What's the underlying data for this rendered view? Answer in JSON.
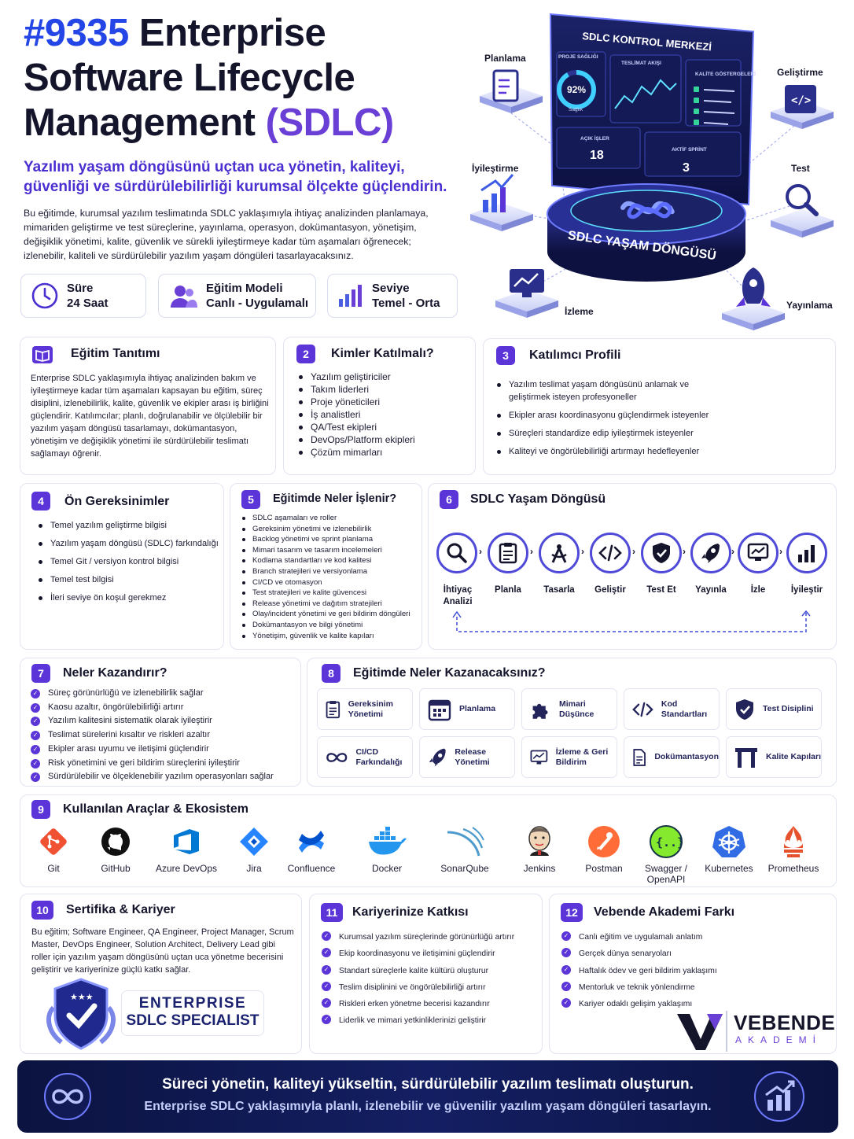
{
  "header": {
    "title_number": "#9335",
    "title_line1": "Enterprise",
    "title_line2": "Software Lifecycle",
    "title_line3": "Management",
    "title_acronym": "(SDLC)",
    "subtitle": "Yazılım yaşam döngüsünü uçtan uca yönetin, kaliteyi, güvenliği ve sürdürülebilirliği kurumsal ölçekte güçlendirin.",
    "intro": "Bu eğitimde, kurumsal yazılım teslimatında SDLC yaklaşımıyla ihtiyaç analizinden planlamaya, mimariden geliştirme ve test süreçlerine, yayınlama, operasyon, dokümantasyon, yönetişim, değişiklik yönetimi, kalite, güvenlik ve sürekli iyileştirmeye kadar tüm aşamaları öğrenecek; izlenebilir, kaliteli ve sürdürülebilir yazılım yaşam döngüleri tasarlayacaksınız."
  },
  "stats": [
    {
      "label": "Süre",
      "value": "24 Saat"
    },
    {
      "label": "Eğitim Modeli",
      "value": "Canlı - Uygulamalı"
    },
    {
      "label": "Seviye",
      "value": "Temel - Orta"
    }
  ],
  "hero": {
    "dashboard_title": "SDLC KONTROL MERKEZİ",
    "project_health_label": "PROJE SAĞLIĞI",
    "project_health_value": "92%",
    "project_health_caption": "Sağlık",
    "delivery_flow_label": "TESLİMAT AKIŞI",
    "quality_label": "KALİTE GÖSTERGELERİ",
    "open_items_label": "AÇIK İŞLER",
    "open_items_value": "18",
    "active_sprint_label": "AKTİF SPRİNT",
    "active_sprint_value": "3",
    "platform_label": "SDLC YAŞAM DÖNGÜSÜ",
    "orbit": {
      "planning": "Planlama",
      "development": "Geliştirme",
      "improvement": "İyileştirme",
      "test": "Test",
      "monitoring": "İzleme",
      "release": "Yayınlama"
    }
  },
  "sections": {
    "s1": {
      "title": "Eğitim Tanıtımı",
      "text": "Enterprise SDLC yaklaşımıyla ihtiyaç analizinden bakım ve iyileştirmeye kadar tüm aşamaları kapsayan bu eğitim, süreç disiplini, izlenebilirlik, kalite, güvenlik ve ekipler arası iş birliğini güçlendirir. Katılımcılar; planlı, doğrulanabilir ve ölçülebilir bir yazılım yaşam döngüsü tasarlamayı, dokümantasyon, yönetişim ve değişiklik yönetimi ile sürdürülebilir teslimatı sağlamayı öğrenir."
    },
    "s2": {
      "num": "2",
      "title": "Kimler Katılmalı?",
      "items": [
        "Yazılım geliştiriciler",
        "Takım liderleri",
        "Proje yöneticileri",
        "İş analistleri",
        "QA/Test ekipleri",
        "DevOps/Platform ekipleri",
        "Çözüm mimarları"
      ]
    },
    "s3": {
      "num": "3",
      "title": "Katılımcı Profili",
      "items": [
        "Yazılım teslimat yaşam döngüsünü anlamak ve geliştirmek isteyen profesyoneller",
        "Ekipler arası koordinasyonu güçlendirmek isteyenler",
        "Süreçleri standardize edip iyileştirmek isteyenler",
        "Kaliteyi ve öngörülebilirliği artırmayı hedefleyenler"
      ]
    },
    "s4": {
      "num": "4",
      "title": "Ön Gereksinimler",
      "items": [
        "Temel yazılım geliştirme bilgisi",
        "Yazılım yaşam döngüsü (SDLC) farkındalığı",
        "Temel Git / versiyon kontrol bilgisi",
        "Temel test bilgisi",
        "İleri seviye ön koşul gerekmez"
      ]
    },
    "s5": {
      "num": "5",
      "title": "Eğitimde Neler İşlenir?",
      "items": [
        "SDLC aşamaları ve roller",
        "Gereksinim yönetimi ve izlenebilirlik",
        "Backlog yönetimi ve sprint planlama",
        "Mimari tasarım ve tasarım incelemeleri",
        "Kodlama standartları ve kod kalitesi",
        "Branch stratejileri ve versiyonlama",
        "CI/CD ve otomasyon",
        "Test stratejileri ve kalite güvencesi",
        "Release yönetimi ve dağıtım stratejileri",
        "Olay/incident yönetimi ve geri bildirim döngüleri",
        "Dokümantasyon ve bilgi yönetimi",
        "Yönetişim, güvenlik ve kalite kapıları"
      ]
    },
    "s6": {
      "num": "6",
      "title": "SDLC Yaşam Döngüsü",
      "steps": [
        "İhtiyaç Analizi",
        "Planla",
        "Tasarla",
        "Geliştir",
        "Test Et",
        "Yayınla",
        "İzle",
        "İyileştir"
      ]
    },
    "s7": {
      "num": "7",
      "title": "Neler Kazandırır?",
      "items": [
        "Süreç görünürlüğü ve izlenebilirlik sağlar",
        "Kaosu azaltır, öngörülebilirliği artırır",
        "Yazılım kalitesini sistematik olarak iyileştirir",
        "Teslimat sürelerini kısaltır ve riskleri azaltır",
        "Ekipler arası uyumu ve iletişimi güçlendirir",
        "Risk yönetimini ve geri bildirim süreçlerini iyileştirir",
        "Sürdürülebilir ve ölçeklenebilir yazılım operasyonları sağlar"
      ]
    },
    "s8": {
      "num": "8",
      "title": "Eğitimde Neler Kazanacaksınız?",
      "tiles": [
        "Gereksinim Yönetimi",
        "Planlama",
        "Mimari Düşünce",
        "Kod Standartları",
        "Test Disiplini",
        "CI/CD Farkındalığı",
        "Release Yönetimi",
        "İzleme & Geri Bildirim",
        "Dokümantasyon",
        "Kalite Kapıları"
      ]
    },
    "s9": {
      "num": "9",
      "title": "Kullanılan Araçlar & Ekosistem",
      "tools": [
        "Git",
        "GitHub",
        "Azure DevOps",
        "Jira",
        "Confluence",
        "Docker",
        "SonarQube",
        "Jenkins",
        "Postman",
        "Swagger / OpenAPI",
        "Kubernetes",
        "Prometheus"
      ]
    },
    "s10": {
      "num": "10",
      "title": "Sertifika & Kariyer",
      "text": "Bu eğitim; Software Engineer, QA Engineer, Project Manager, Scrum Master, DevOps Engineer, Solution Architect, Delivery Lead gibi roller için yazılım yaşam döngüsünü uçtan uca yönetme becerisini geliştirir ve kariyerinize güçlü katkı sağlar.",
      "cert_line1": "ENTERPRISE",
      "cert_line2": "SDLC SPECIALIST"
    },
    "s11": {
      "num": "11",
      "title": "Kariyerinize Katkısı",
      "items": [
        "Kurumsal yazılım süreçlerinde görünürlüğü artırır",
        "Ekip koordinasyonu ve iletişimini güçlendirir",
        "Standart süreçlerle kalite kültürü oluşturur",
        "Teslim disiplinini ve öngörülebilirliği artırır",
        "Riskleri erken yönetme becerisi kazandırır",
        "Liderlik ve mimari yetkinliklerinizi geliştirir"
      ]
    },
    "s12": {
      "num": "12",
      "title": "Vebende Akademi Farkı",
      "items": [
        "Canlı eğitim ve uygulamalı anlatım",
        "Gerçek dünya senaryoları",
        "Haftalık ödev ve geri bildirim yaklaşımı",
        "Mentorluk ve teknik yönlendirme",
        "Kariyer odaklı gelişim yaklaşımı"
      ],
      "logo_name": "VEBENDE",
      "logo_sub": "AKADEMİ"
    }
  },
  "footer": {
    "line1": "Süreci yönetin, kaliteyi yükseltin, sürdürülebilir yazılım teslimatı oluşturun.",
    "line2": "Enterprise SDLC yaklaşımıyla planlı, izlenebilir ve güvenilir yazılım yaşam döngüleri tasarlayın."
  },
  "colors": {
    "accent": "#5b35d8",
    "title_blue": "#2446e6",
    "navy": "#14152b",
    "footer_bg": "#0b1340"
  }
}
